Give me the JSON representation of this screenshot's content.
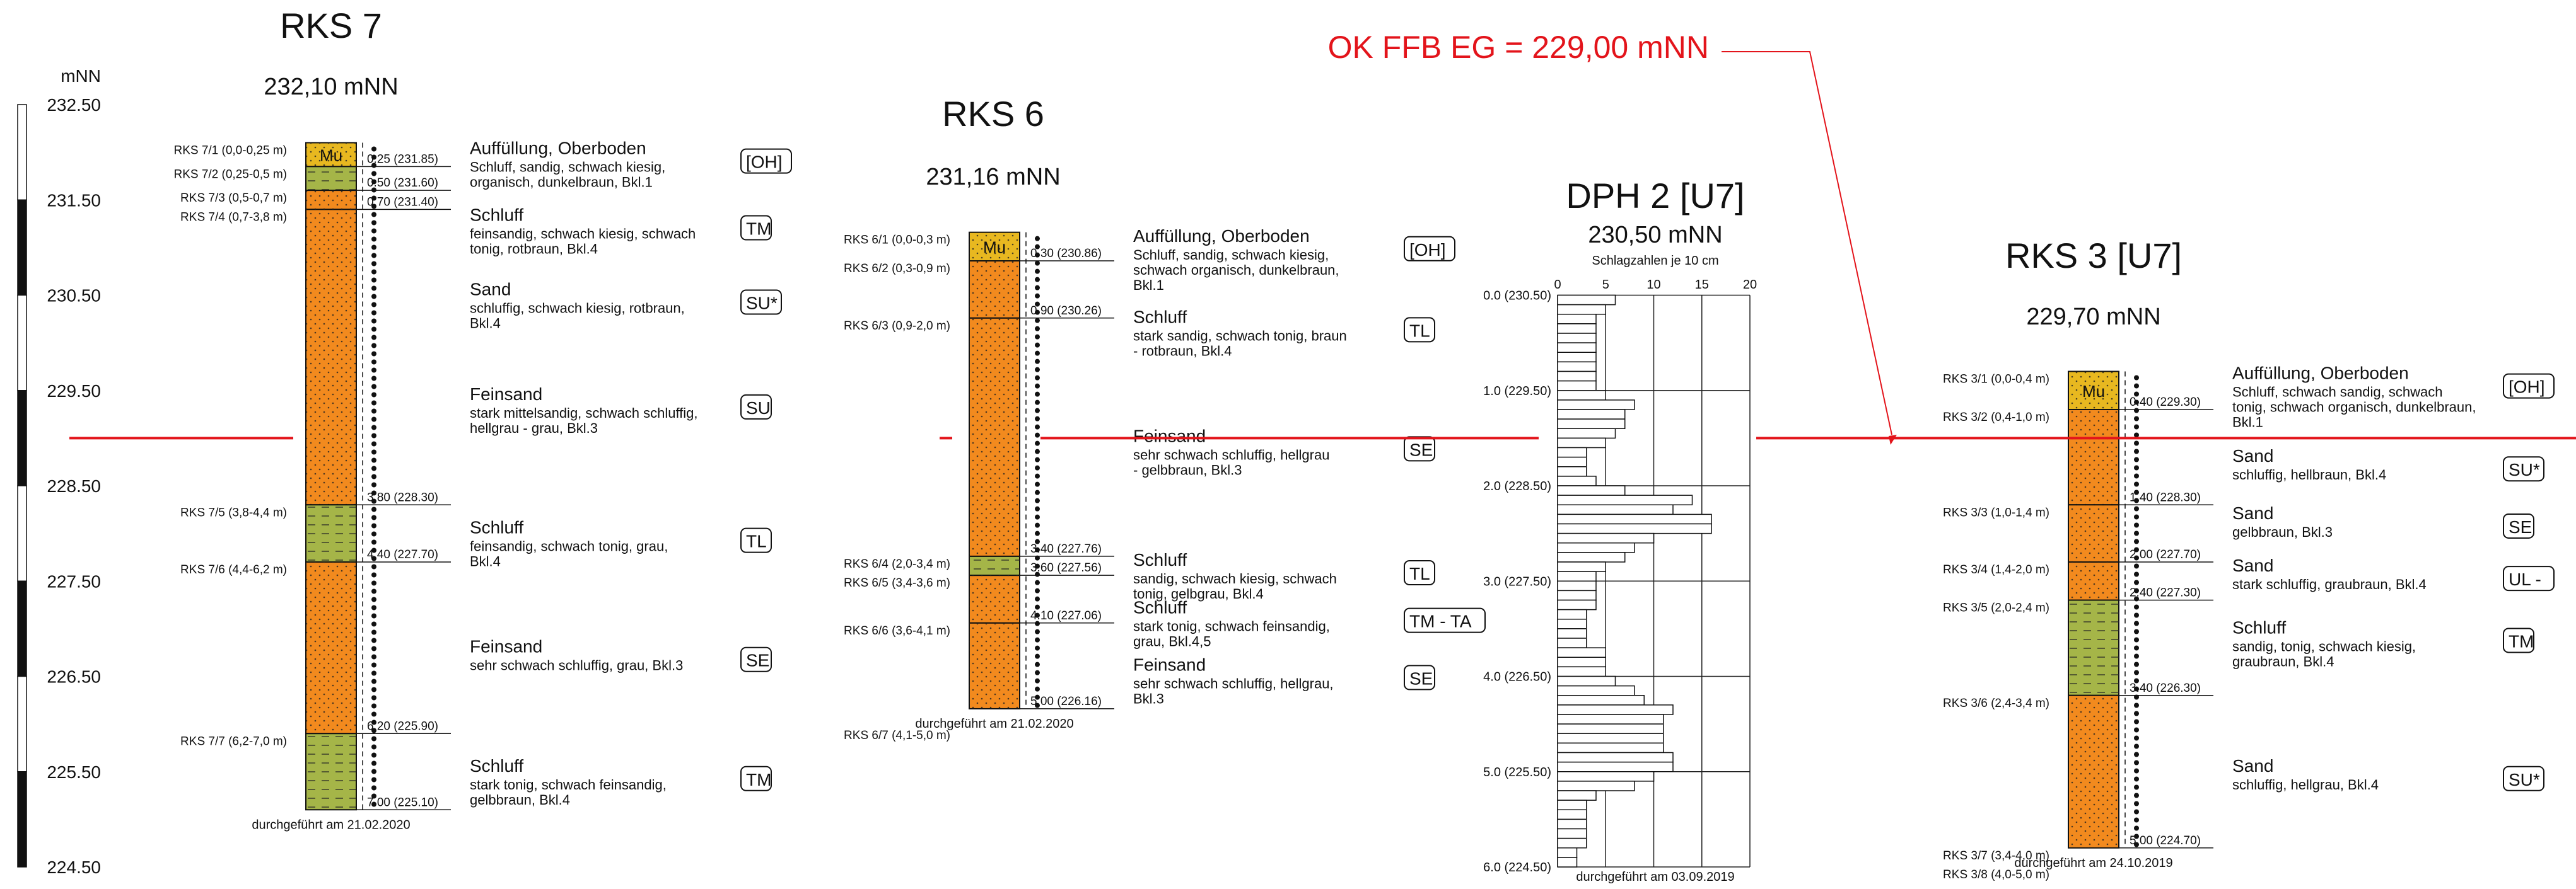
{
  "scale": {
    "unit": "mNN",
    "labels": [
      "232.50",
      "231.50",
      "230.50",
      "229.50",
      "228.50",
      "227.50",
      "226.50",
      "225.50",
      "224.50"
    ]
  },
  "reference_line": {
    "label": "OK FFB EG = 229,00 mNN",
    "elevation": 229.0,
    "color": "#e3141b"
  },
  "colors": {
    "fill": "#f28a1e",
    "fill_green": "#a5b548",
    "fill_topsoil": "#e8b820",
    "gridline": "#222222"
  },
  "boreholes": [
    {
      "name": "RKS 7",
      "elevation_label": "232,10 mNN",
      "top": 232.1,
      "date_label": "durchgeführt am 21.02.2020",
      "layers": [
        {
          "sample": "RKS 7/1 (0,0-0,25 m)",
          "to": 0.25,
          "fill": "topsoil",
          "symbol": "Mu",
          "depth_label": "0.25 (231.85)"
        },
        {
          "sample": "RKS 7/2 (0,25-0,5 m)",
          "to": 0.5,
          "fill": "green",
          "depth_label": "0.50 (231.60)"
        },
        {
          "sample": "RKS 7/3 (0,5-0,7 m)",
          "to": 0.7,
          "fill": "orange",
          "depth_label": "0.70 (231.40)"
        },
        {
          "sample": "RKS 7/4 (0,7-3,8 m)",
          "to": 3.8,
          "fill": "orange",
          "depth_label": "3.80 (228.30)"
        },
        {
          "sample": "RKS 7/5 (3,8-4,4 m)",
          "to": 4.4,
          "fill": "green",
          "depth_label": "4.40 (227.70)"
        },
        {
          "sample": "RKS 7/6 (4,4-6,2 m)",
          "to": 6.2,
          "fill": "orange",
          "depth_label": "6.20 (225.90)"
        },
        {
          "sample": "RKS 7/7 (6,2-7,0 m)",
          "to": 7.0,
          "fill": "green",
          "depth_label": "7.00 (225.10)"
        }
      ],
      "descriptions": [
        {
          "at": 0.12,
          "title": "Auffüllung, Oberboden",
          "lines": [
            "Schluff, sandig, schwach kiesig,",
            "organisch, dunkelbraun, Bkl.1"
          ],
          "code": "[OH]"
        },
        {
          "at": 0.82,
          "title": "Schluff",
          "lines": [
            "feinsandig, schwach kiesig, schwach",
            "tonig, rotbraun, Bkl.4"
          ],
          "code": "TM"
        },
        {
          "at": 1.6,
          "title": "Sand",
          "lines": [
            "schluffig, schwach kiesig, rotbraun,",
            "Bkl.4"
          ],
          "code": "SU*"
        },
        {
          "at": 2.7,
          "title": "Feinsand",
          "lines": [
            "stark mittelsandig, schwach schluffig,",
            "hellgrau - grau, Bkl.3"
          ],
          "code": "SU"
        },
        {
          "at": 4.1,
          "title": "Schluff",
          "lines": [
            "feinsandig, schwach tonig, grau,",
            "Bkl.4"
          ],
          "code": "TL"
        },
        {
          "at": 5.35,
          "title": "Feinsand",
          "lines": [
            "sehr schwach schluffig, grau, Bkl.3"
          ],
          "code": "SE"
        },
        {
          "at": 6.6,
          "title": "Schluff",
          "lines": [
            "stark tonig, schwach feinsandig,",
            "gelbbraun, Bkl.4"
          ],
          "code": "TM"
        }
      ]
    },
    {
      "name": "RKS 6",
      "elevation_label": "231,16 mNN",
      "top": 231.16,
      "date_label": "durchgeführt am 21.02.2020",
      "layers": [
        {
          "sample": "RKS 6/1 (0,0-0,3 m)",
          "to": 0.3,
          "fill": "topsoil",
          "symbol": "Mu",
          "depth_label": "0.30 (230.86)"
        },
        {
          "sample": "RKS 6/2 (0,3-0,9 m)",
          "to": 0.9,
          "fill": "orange",
          "depth_label": "0.90 (230.26)"
        },
        {
          "sample": "RKS 6/3 (0,9-2,0 m)",
          "to": 3.4,
          "fill": "orange",
          "depth_label": "3.40 (227.76)"
        },
        {
          "sample": "RKS 6/4 (2,0-3,4 m)",
          "to": 3.6,
          "fill": "green",
          "depth_label": "3.60 (227.56)"
        },
        {
          "sample": "RKS 6/5 (3,4-3,6 m)",
          "to": 4.1,
          "fill": "orange",
          "depth_label": "4.10 (227.06)"
        },
        {
          "sample": "RKS 6/6 (3,6-4,1 m)",
          "to": 5.0,
          "fill": "orange",
          "depth_label": "5.00 (226.16)"
        },
        {
          "sample": "RKS 6/7 (4,1-5,0 m)",
          "to": 5.0,
          "fill": "none",
          "depth_label": ""
        }
      ],
      "descriptions": [
        {
          "at": 0.1,
          "title": "Auffüllung, Oberboden",
          "lines": [
            "Schluff, sandig, schwach kiesig,",
            "schwach organisch, dunkelbraun,",
            "Bkl.1"
          ],
          "code": "[OH]"
        },
        {
          "at": 0.95,
          "title": "Schluff",
          "lines": [
            "stark sandig, schwach tonig, braun",
            "- rotbraun, Bkl.4"
          ],
          "code": "TL"
        },
        {
          "at": 2.2,
          "title": "Feinsand",
          "lines": [
            "sehr schwach schluffig, hellgrau",
            "- gelbbraun, Bkl.3"
          ],
          "code": "SE"
        },
        {
          "at": 3.5,
          "title": "Schluff",
          "lines": [
            "sandig, schwach kiesig, schwach",
            "tonig, gelbgrau, Bkl.4"
          ],
          "code": "TL"
        },
        {
          "at": 4.0,
          "title": "Schluff",
          "lines": [
            "stark tonig, schwach feinsandig,",
            "grau, Bkl.4,5"
          ],
          "code": "TM - TA"
        },
        {
          "at": 4.6,
          "title": "Feinsand",
          "lines": [
            "sehr schwach schluffig, hellgrau,",
            "Bkl.3"
          ],
          "code": "SE"
        }
      ]
    },
    {
      "name": "RKS 3 [U7]",
      "elevation_label": "229,70 mNN",
      "top": 229.7,
      "date_label": "durchgeführt am 24.10.2019",
      "layers": [
        {
          "sample": "RKS 3/1 (0,0-0,4 m)",
          "to": 0.4,
          "fill": "topsoil",
          "symbol": "Mu",
          "depth_label": "0.40 (229.30)"
        },
        {
          "sample": "RKS 3/2 (0,4-1,0 m)",
          "to": 1.4,
          "fill": "orange",
          "depth_label": "1.40 (228.30)"
        },
        {
          "sample": "RKS 3/3 (1,0-1,4 m)",
          "to": 2.0,
          "fill": "orange",
          "depth_label": "2.00 (227.70)"
        },
        {
          "sample": "RKS 3/4 (1,4-2,0 m)",
          "to": 2.4,
          "fill": "orange",
          "depth_label": "2.40 (227.30)"
        },
        {
          "sample": "RKS 3/5 (2,0-2,4 m)",
          "to": 3.4,
          "fill": "green",
          "depth_label": "3.40 (226.30)"
        },
        {
          "sample": "RKS 3/6 (2,4-3,4 m)",
          "to": 5.0,
          "fill": "orange",
          "depth_label": "5.00 (224.70)"
        },
        {
          "sample": "RKS 3/7 (3,4-4,0 m)",
          "to": 5.0,
          "fill": "none",
          "depth_label": ""
        },
        {
          "sample": "RKS 3/8 (4,0-5,0 m)",
          "to": 5.0,
          "fill": "none",
          "depth_label": ""
        }
      ],
      "descriptions": [
        {
          "at": 0.08,
          "title": "Auffüllung, Oberboden",
          "lines": [
            "Schluff, schwach sandig, schwach",
            "tonig, schwach organisch, dunkelbraun,",
            "Bkl.1"
          ],
          "code": "[OH]"
        },
        {
          "at": 0.95,
          "title": "Sand",
          "lines": [
            "schluffig, hellbraun, Bkl.4"
          ],
          "code": "SU*"
        },
        {
          "at": 1.55,
          "title": "Sand",
          "lines": [
            "gelbbraun, Bkl.3"
          ],
          "code": "SE"
        },
        {
          "at": 2.1,
          "title": "Sand",
          "lines": [
            "stark schluffig, graubraun, Bkl.4"
          ],
          "code": "UL -"
        },
        {
          "at": 2.75,
          "title": "Schluff",
          "lines": [
            "sandig, tonig, schwach kiesig,",
            "graubraun, Bkl.4"
          ],
          "code": "TM"
        },
        {
          "at": 4.2,
          "title": "Sand",
          "lines": [
            "schluffig, hellgrau, Bkl.4"
          ],
          "code": "SU*"
        }
      ]
    }
  ],
  "dph": {
    "name": "DPH 2 [U7]",
    "elevation_label": "230,50 mNN",
    "subtitle": "Schlagzahlen je 10 cm",
    "axis_ticks": [
      "0",
      "5",
      "10",
      "15",
      "20"
    ],
    "depth_labels": [
      "0.0 (230.50)",
      "1.0 (229.50)",
      "2.0 (228.50)",
      "3.0 (227.50)",
      "4.0 (226.50)",
      "5.0 (225.50)",
      "6.0 (224.50)"
    ],
    "date_label": "durchgeführt am 03.09.2019",
    "counts": [
      6,
      5,
      4,
      4,
      4,
      4,
      4,
      4,
      4,
      4,
      5,
      8,
      7,
      7,
      6,
      5,
      3,
      3,
      3,
      4,
      7,
      14,
      12,
      16,
      16,
      10,
      8,
      7,
      5,
      4,
      4,
      4,
      4,
      3,
      3,
      3,
      3,
      5,
      5,
      5,
      6,
      8,
      9,
      12,
      11,
      11,
      11,
      11,
      12,
      12,
      10,
      8,
      4,
      3,
      3,
      3,
      3,
      3,
      2,
      2
    ]
  }
}
